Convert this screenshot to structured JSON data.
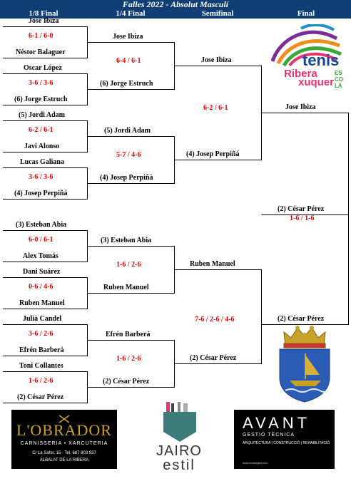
{
  "title": "Falles 2022 - Absolut Masculí",
  "columns": [
    "1/8 Final",
    "1/4 Final",
    "Semifinal",
    "Final"
  ],
  "round16": [
    {
      "p1": "Jose Ibiza",
      "p2": "Néstor Balaguer",
      "score": "6-1 / 6-0"
    },
    {
      "p1": "Oscar López",
      "p2": "(6) Jorge Estruch",
      "score": "3-6 / 3-6"
    },
    {
      "p1": "(5) Jordi Adam",
      "p2": "Javi Alonso",
      "score": "6-2 / 6-1"
    },
    {
      "p1": "Lucas Galiana",
      "p2": "(4) Josep Perpiñá",
      "score": "3-6 / 3-6"
    },
    {
      "p1": "(3) Esteban Abia",
      "p2": "Alex Tomás",
      "score": "6-0 / 6-1"
    },
    {
      "p1": "Dani Suárez",
      "p2": "Ruben Manuel",
      "score": "0-6 / 4-6"
    },
    {
      "p1": "Julià Candel",
      "p2": "Efrén Barberà",
      "score": "3-6 / 2-6"
    },
    {
      "p1": "Toni Collantes",
      "p2": "(2) César Pérez",
      "score": "1-6 / 2-6"
    }
  ],
  "quarters": [
    {
      "p1": "Jose Ibiza",
      "p2": "(6) Jorge Estruch",
      "score": "6-4 / 6-1"
    },
    {
      "p1": "(5) Jordi Adam",
      "p2": "(4) Josep Perpiñá",
      "score": "5-7 / 4-6"
    },
    {
      "p1": "(3) Esteban Abia",
      "p2": "Ruben Manuel",
      "score": "1-6 / 2-6"
    },
    {
      "p1": "Efrén Barberà",
      "p2": "(2) César Pérez",
      "score": "1-6 / 2-6"
    }
  ],
  "semis": [
    {
      "p1": "Jose Ibiza",
      "p2": "(4) Josep Perpiñá",
      "score": "6-2 / 6-1"
    },
    {
      "p1": "Ruben Manuel",
      "p2": "(2) César Pérez",
      "score": "7-6 / 2-6 / 4-6"
    }
  ],
  "final": {
    "p1": "Jose Ibiza",
    "p2": "(2) César Pérez",
    "score": "1-6 / 1-6"
  },
  "champion": "(2) César Pérez",
  "logos": {
    "tenis": {
      "word": "tenis",
      "line1": "Ribera",
      "line2": "xuquer",
      "side": "ES CO LA"
    },
    "obrador": {
      "name": "L'OBRADOR",
      "sub": "CARNISSERIA • XARCUTERIA",
      "addr": "C/ La Safor, 15 · Tel. 687 803 937",
      "town": "ALBALAT DE LA RIBERA"
    },
    "jairo": {
      "line1": "JAIRO",
      "line2": "estil"
    },
    "avant": {
      "name": "AVANT",
      "sub": "GESTIÓ TÈCNICA",
      "tag": "ARQUITECTURA | CONSTRUCCIÓ | REHABILITACIÓ",
      "web": "www.avantgest.com"
    }
  },
  "colors": {
    "header": "#0f3e74",
    "score": "#e60000"
  }
}
